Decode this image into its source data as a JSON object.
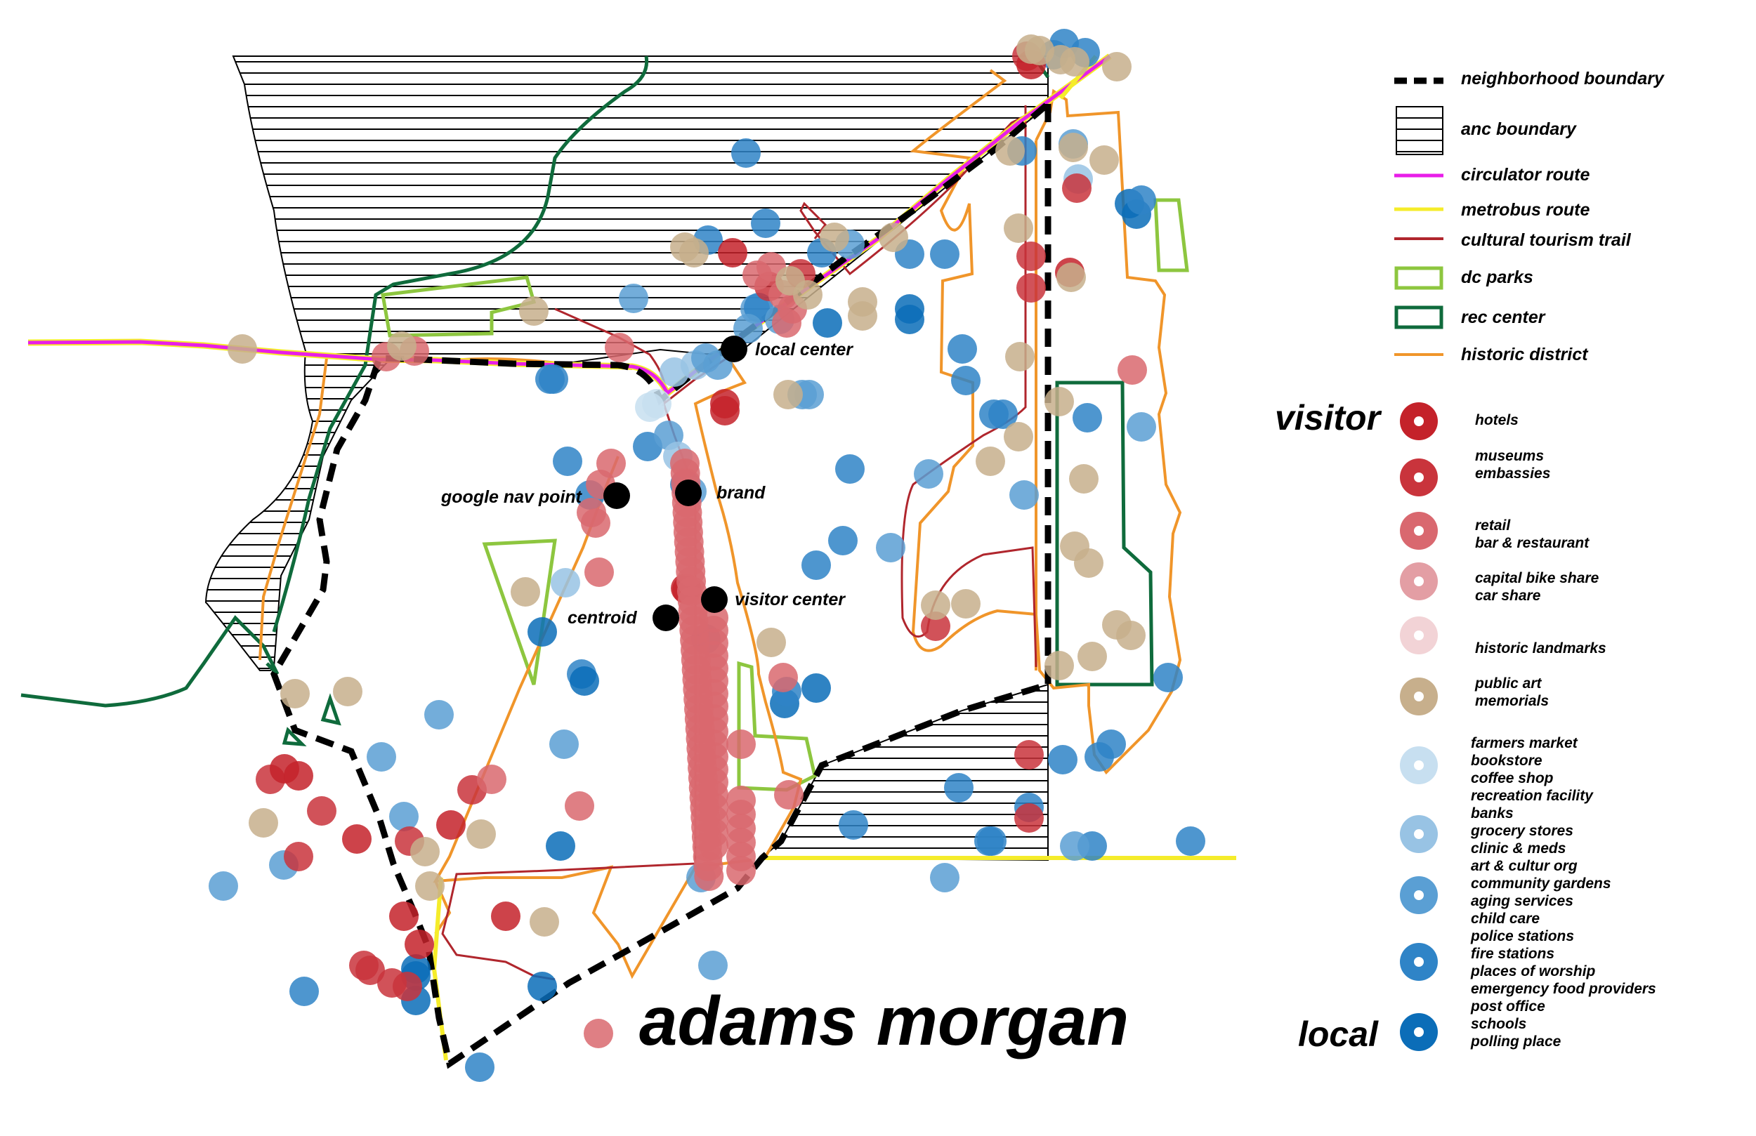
{
  "title": "adams morgan",
  "colors": {
    "boundary": "#000000",
    "circulator": "#e81ee8",
    "metrobus": "#f5ec2a",
    "cultural_trail": "#b0262d",
    "dc_parks": "#8dc63f",
    "rec_center": "#0f6b3c",
    "historic_district": "#f0952a",
    "hotels": "#c4222a",
    "museums": "#c9343c",
    "retail": "#d9686f",
    "bike_share": "#e39ea4",
    "landmarks": "#f2d3d6",
    "public_art": "#c7af8c",
    "local_1": "#c7dff0",
    "local_2": "#98c3e4",
    "local_3": "#5a9fd4",
    "local_4": "#2f84c7",
    "local_5": "#0b6db8"
  },
  "points": {
    "local_center": "local center",
    "google_nav": "google nav point",
    "brand": "brand",
    "visitor_center": "visitor center",
    "centroid": "centroid"
  },
  "legend": {
    "lines": [
      {
        "label": "neighborhood boundary",
        "icon": "dashed-black-line-icon"
      },
      {
        "label": "anc boundary",
        "icon": "hatched-box-icon"
      },
      {
        "label": "circulator route",
        "icon": "magenta-line-icon"
      },
      {
        "label": "metrobus route",
        "icon": "yellow-line-icon"
      },
      {
        "label": "cultural tourism trail",
        "icon": "red-line-icon"
      },
      {
        "label": "dc parks",
        "icon": "light-green-box-icon"
      },
      {
        "label": "rec center",
        "icon": "dark-green-box-icon"
      },
      {
        "label": "historic district",
        "icon": "orange-line-icon"
      }
    ],
    "visitor_label": "visitor",
    "local_label": "local",
    "poi": [
      {
        "lines": [
          "hotels"
        ],
        "icon": "hotel-dot-icon"
      },
      {
        "lines": [
          "museums",
          "embassies"
        ],
        "icon": "museum-dot-icon"
      },
      {
        "lines": [
          "retail",
          "bar & restaurant"
        ],
        "icon": "retail-dot-icon"
      },
      {
        "lines": [
          "capital bike share",
          "car share"
        ],
        "icon": "bike-share-dot-icon"
      },
      {
        "lines": [
          "historic landmarks"
        ],
        "icon": "landmark-dot-icon"
      },
      {
        "lines": [
          "public art",
          "memorials"
        ],
        "icon": "public-art-dot-icon"
      }
    ],
    "local_list": [
      "farmers market",
      "bookstore",
      "coffee shop",
      "recreation facility",
      "banks",
      "grocery stores",
      "clinic & meds",
      "art & cultur org",
      "community gardens",
      "aging services",
      "child care",
      "police stations",
      "fire stations",
      "places of worship",
      "emergency food providers",
      "post office",
      "schools",
      "polling place"
    ]
  }
}
